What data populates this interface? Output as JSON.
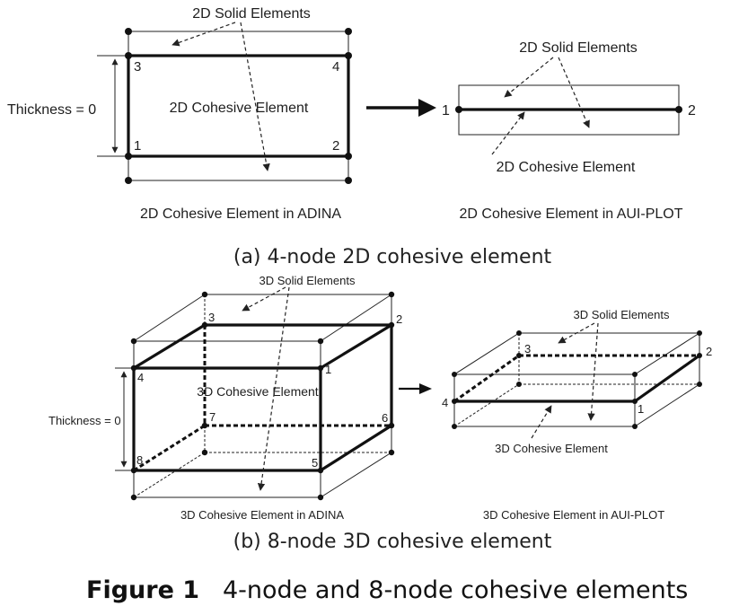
{
  "panel_a": {
    "adina": {
      "solid_label": "2D Solid Elements",
      "cohesive_label": "2D Cohesive Element",
      "thickness_label": "Thickness = 0",
      "nodes": [
        "1",
        "2",
        "3",
        "4"
      ],
      "caption": "2D Cohesive Element in ADINA"
    },
    "aui": {
      "solid_label": "2D Solid Elements",
      "cohesive_label": "2D Cohesive Element",
      "nodes": [
        "1",
        "2"
      ],
      "caption": "2D Cohesive Element in AUI-PLOT"
    },
    "subcaption": "(a) 4-node 2D cohesive element"
  },
  "panel_b": {
    "adina": {
      "solid_label": "3D Solid Elements",
      "cohesive_label": "3D Cohesive Element",
      "thickness_label": "Thickness = 0",
      "nodes": [
        "1",
        "2",
        "3",
        "4",
        "5",
        "6",
        "7",
        "8"
      ],
      "caption": "3D Cohesive Element in ADINA"
    },
    "aui": {
      "solid_label": "3D Solid Elements",
      "cohesive_label": "3D Cohesive Element",
      "nodes": [
        "1",
        "2",
        "3",
        "4"
      ],
      "caption": "3D Cohesive Element in AUI-PLOT"
    },
    "subcaption": "(b) 8-node 3D cohesive element"
  },
  "figure": {
    "number": "Figure 1",
    "title": "4-node and 8-node cohesive elements"
  }
}
